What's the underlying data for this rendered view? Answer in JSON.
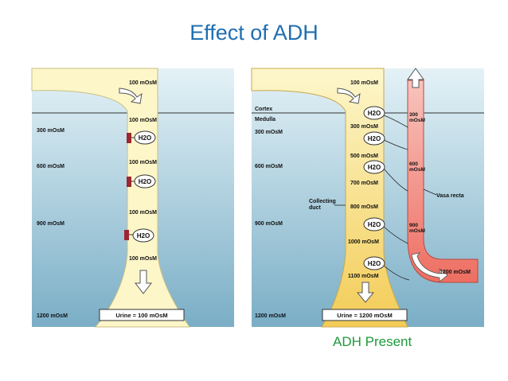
{
  "title": "Effect of ADH",
  "caption": "ADH Present",
  "colors": {
    "title": "#1f6fb2",
    "caption": "#1d9a3c",
    "tubule": "#fdf6c8",
    "medulla_top": "#dff0f6",
    "medulla_bottom": "#7fb0c8",
    "vasa_recta": "#f07a70"
  },
  "left_panel": {
    "region_labels": [
      "300 mOsM",
      "600 mOsM",
      "900 mOsM",
      "1200 mOsM"
    ],
    "duct_labels": [
      "100 mOsM",
      "100 mOsM",
      "100 mOsM",
      "100 mOsM",
      "100 mOsM"
    ],
    "water": [
      "H2O",
      "H2O",
      "H2O"
    ],
    "urine": "Urine = 100 mOsM"
  },
  "right_panel": {
    "cortex": "Cortex",
    "medulla": "Medulla",
    "region_labels": [
      "300 mOsM",
      "600 mOsM",
      "900 mOsM",
      "1200 mOsM"
    ],
    "duct_labels": [
      "100 mOsM",
      "300 mOsM",
      "500 mOsM",
      "700 mOsM",
      "800 mOsM",
      "1000 mOsM",
      "1100 mOsM"
    ],
    "water": [
      "H2O",
      "H2O",
      "H2O",
      "H2O",
      "H2O"
    ],
    "collecting_duct": [
      "Collecting",
      "duct"
    ],
    "vasa_recta": "Vasa recta",
    "vasa_labels": [
      "300",
      "mOsM",
      "600",
      "mOsM",
      "900",
      "mOsM",
      "1200 mOsM"
    ],
    "urine": "Urine = 1200 mOsM"
  }
}
